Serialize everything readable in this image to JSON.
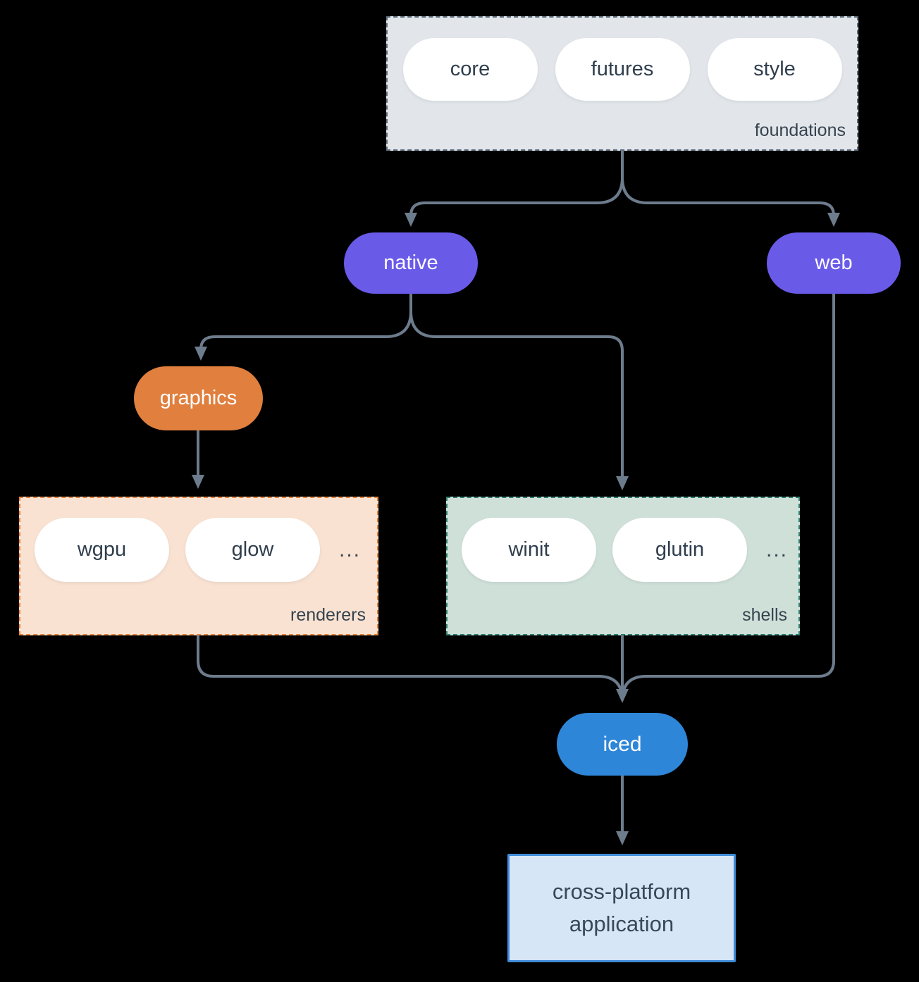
{
  "colors": {
    "background": "#000000",
    "arrow": "#6d7c8c",
    "purple": "#6a5ae8",
    "orange": "#e07f3e",
    "blue": "#2e86d8",
    "foundations-bg": "#e2e6ea",
    "foundations-border": "#5e6d7d",
    "renderers-bg": "#f9e2d2",
    "renderers-border": "#e8823c",
    "shells-bg": "#cfe0d9",
    "shells-border": "#2e7d6d",
    "app-bg": "#d6e6f7",
    "app-border": "#3f8bd8",
    "text-dark": "#2f3e4d",
    "text-light": "#ffffff"
  },
  "foundations": {
    "label": "foundations",
    "items": [
      "core",
      "futures",
      "style"
    ]
  },
  "nodes": {
    "native": "native",
    "web": "web",
    "graphics": "graphics",
    "iced": "iced"
  },
  "renderers": {
    "label": "renderers",
    "items": [
      "wgpu",
      "glow"
    ],
    "more": "..."
  },
  "shells": {
    "label": "shells",
    "items": [
      "winit",
      "glutin"
    ],
    "more": "..."
  },
  "application": {
    "line1": "cross-platform",
    "line2": "application"
  }
}
